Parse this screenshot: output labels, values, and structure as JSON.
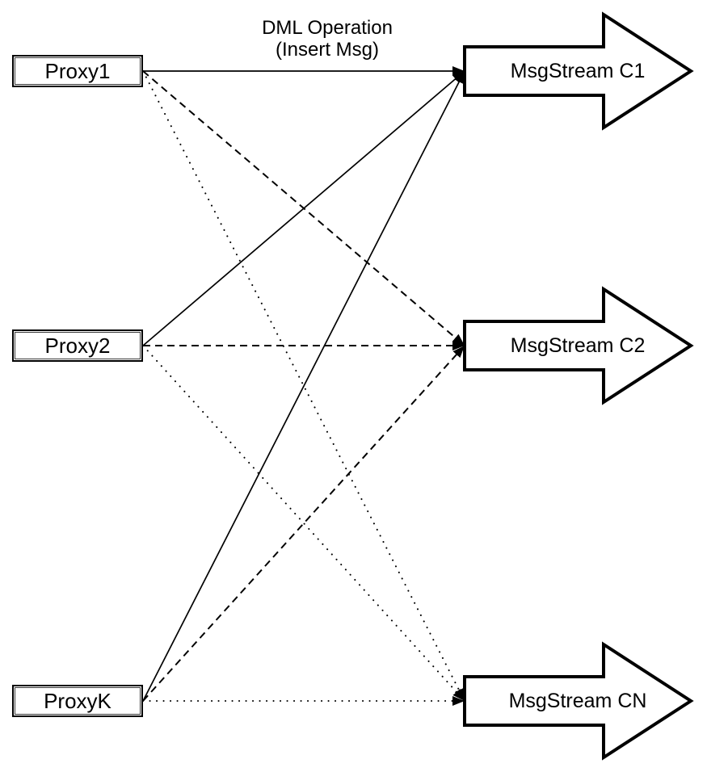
{
  "diagram": {
    "annotation": {
      "line1": "DML Operation",
      "line2": "(Insert Msg)"
    },
    "proxies": [
      {
        "id": "proxy1",
        "label": "Proxy1"
      },
      {
        "id": "proxy2",
        "label": "Proxy2"
      },
      {
        "id": "proxyk",
        "label": "ProxyK"
      }
    ],
    "streams": [
      {
        "id": "c1",
        "label": "MsgStream C1"
      },
      {
        "id": "c2",
        "label": "MsgStream C2"
      },
      {
        "id": "cn",
        "label": "MsgStream CN"
      }
    ],
    "edges": [
      {
        "from": "proxy1",
        "to": "c1",
        "style": "solid"
      },
      {
        "from": "proxy1",
        "to": "c2",
        "style": "dashed"
      },
      {
        "from": "proxy1",
        "to": "cn",
        "style": "dotted"
      },
      {
        "from": "proxy2",
        "to": "c1",
        "style": "solid"
      },
      {
        "from": "proxy2",
        "to": "c2",
        "style": "dashed"
      },
      {
        "from": "proxy2",
        "to": "cn",
        "style": "dotted"
      },
      {
        "from": "proxyk",
        "to": "c1",
        "style": "solid"
      },
      {
        "from": "proxyk",
        "to": "c2",
        "style": "dashed"
      },
      {
        "from": "proxyk",
        "to": "cn",
        "style": "dotted"
      }
    ],
    "colors": {
      "line": "#000000",
      "fill": "#ffffff",
      "background": "#ffffff"
    }
  }
}
